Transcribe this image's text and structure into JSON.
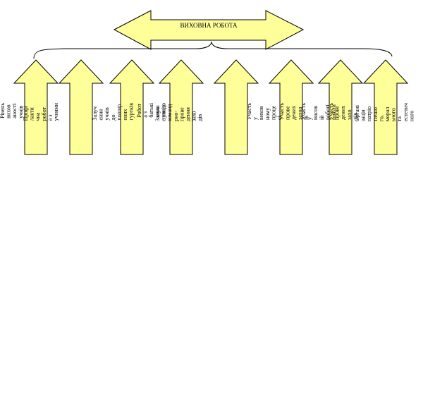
{
  "title": "ВИХОВНА РОБОТА",
  "colors": {
    "arrow_fill": "#ffff99",
    "stroke": "#000000"
  },
  "arrows": [
    {
      "label_left": "Рівень\nвихов\nаності\nучнів",
      "label_right": "Профі\nлакти\nчна\nробот\nа з\nучнями"
    },
    {
      "label_left": "Залуч\nення\nучнів\nдо\nпошир\nених\nгуртків",
      "label_right": "Робот\nа з\nбатькі\nвими\nучнів"
    },
    {
      "label_left": "Залуч\nення до\nкоманд\nрно-\nпрове\nдення\nзахо\nдів",
      "label_right": "Участь\nу\nвихов\nному\nпроце\nсі"
    },
    {
      "label_left": "Участь\nпрове\nдених\nзаход\nів",
      "label_right": "Участь\nу\nмасов\nій\nроботі\nшколи"
    },
    {
      "label_left": "Участь\nпрове\nдених\nзахо\nдів",
      "label_right": "Органі\nзація\nпатріо\nтично\nго,\nморал\nьного\nта\nестетич\nного"
    }
  ]
}
